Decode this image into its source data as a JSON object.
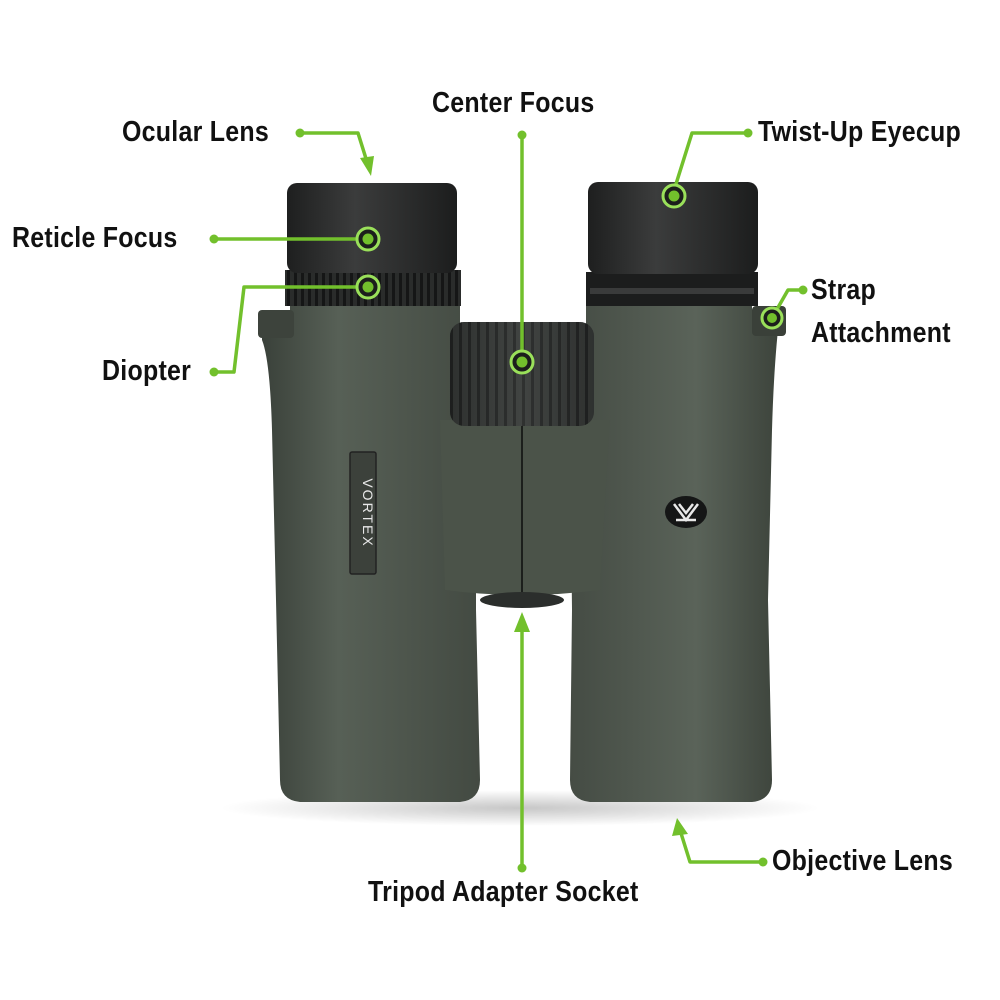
{
  "diagram": {
    "subject": "Vortex binoculars parts diagram",
    "brand_text": "VORTEX",
    "accent_color": "#6fbf2e",
    "body_color": "#4a5248",
    "eyecup_color": "#2a2b2b",
    "labels": [
      {
        "id": "ocular-lens",
        "text": "Ocular Lens"
      },
      {
        "id": "reticle-focus",
        "text": "Reticle Focus"
      },
      {
        "id": "diopter",
        "text": "Diopter"
      },
      {
        "id": "center-focus",
        "text": "Center Focus"
      },
      {
        "id": "twist-up-eyecup",
        "text": "Twist-Up Eyecup"
      },
      {
        "id": "strap-attachment-line1",
        "text": "Strap"
      },
      {
        "id": "strap-attachment-line2",
        "text": "Attachment"
      },
      {
        "id": "tripod-adapter-socket",
        "text": "Tripod Adapter Socket"
      },
      {
        "id": "objective-lens",
        "text": "Objective Lens"
      }
    ]
  }
}
